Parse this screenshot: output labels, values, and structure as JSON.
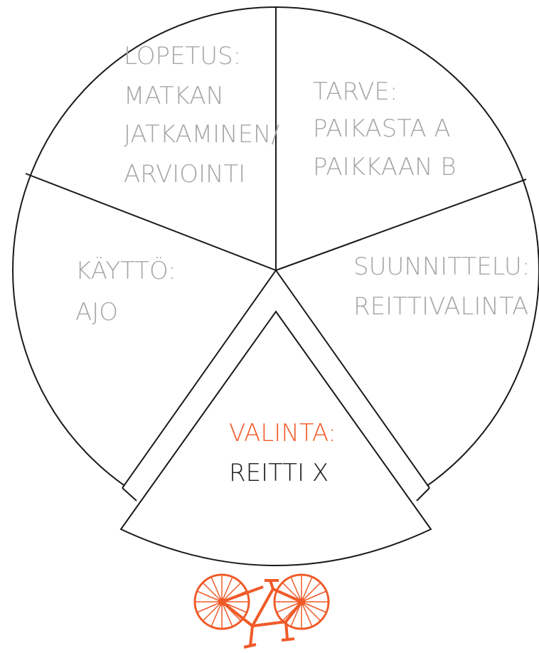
{
  "diagram": {
    "segments": [
      {
        "id": "tarve",
        "lines": [
          "TARVE:",
          "PAIKASTA A",
          "PAIKKAAN B"
        ]
      },
      {
        "id": "suunnittelu",
        "lines": [
          "SUUNNITTELU:",
          "REITTIVALINTA"
        ]
      },
      {
        "id": "valinta",
        "lines": [
          "VALINTA:",
          "REITTI X"
        ]
      },
      {
        "id": "kaytto",
        "lines": [
          "KÄYTTÖ:",
          "AJO"
        ]
      },
      {
        "id": "lopetus",
        "lines": [
          "LOPETUS:",
          "MATKAN",
          "JATKAMINEN/",
          "ARVIOINTI"
        ]
      }
    ],
    "highlighted_segment": "valinta"
  },
  "colors": {
    "stroke": "#1a1a1a",
    "muted_text": "#a6a6a6",
    "accent": "#f05a28",
    "dark_text": "#1a1a1a",
    "background": "#ffffff"
  },
  "icons": {
    "bottom": "bicycle-icon"
  }
}
